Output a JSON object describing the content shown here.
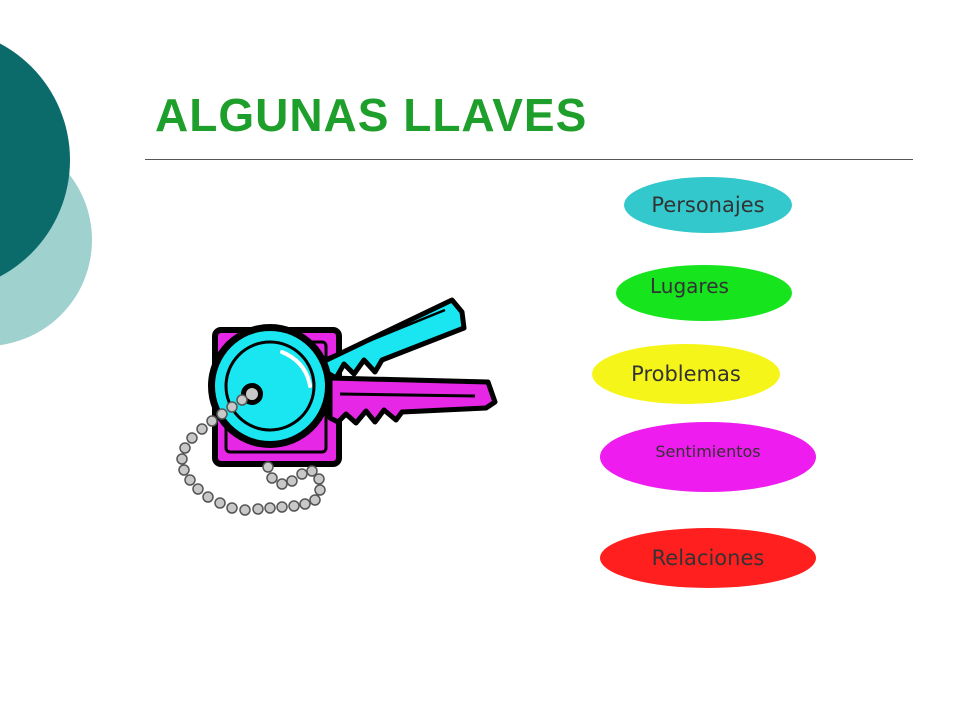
{
  "slide": {
    "title": "ALGUNAS LLAVES"
  },
  "keys_illustration": {
    "icon": "keys-on-chain-icon",
    "colors": {
      "front_key": "#19e6f0",
      "back_key": "#e628e6",
      "chain": "#c8c8c8"
    }
  },
  "decor": {
    "colors": {
      "dark_teal": "#0b6b6b",
      "light_teal": "#9fd1cf"
    }
  },
  "labels": [
    {
      "text": "Personajes",
      "color": "#33c8cc"
    },
    {
      "text": "Lugares",
      "color": "#16e51e"
    },
    {
      "text": "Problemas",
      "color": "#f5f51a"
    },
    {
      "text": "Sentimientos",
      "color": "#ee1cee"
    },
    {
      "text": "Relaciones",
      "color": "#ff1f1f"
    }
  ]
}
